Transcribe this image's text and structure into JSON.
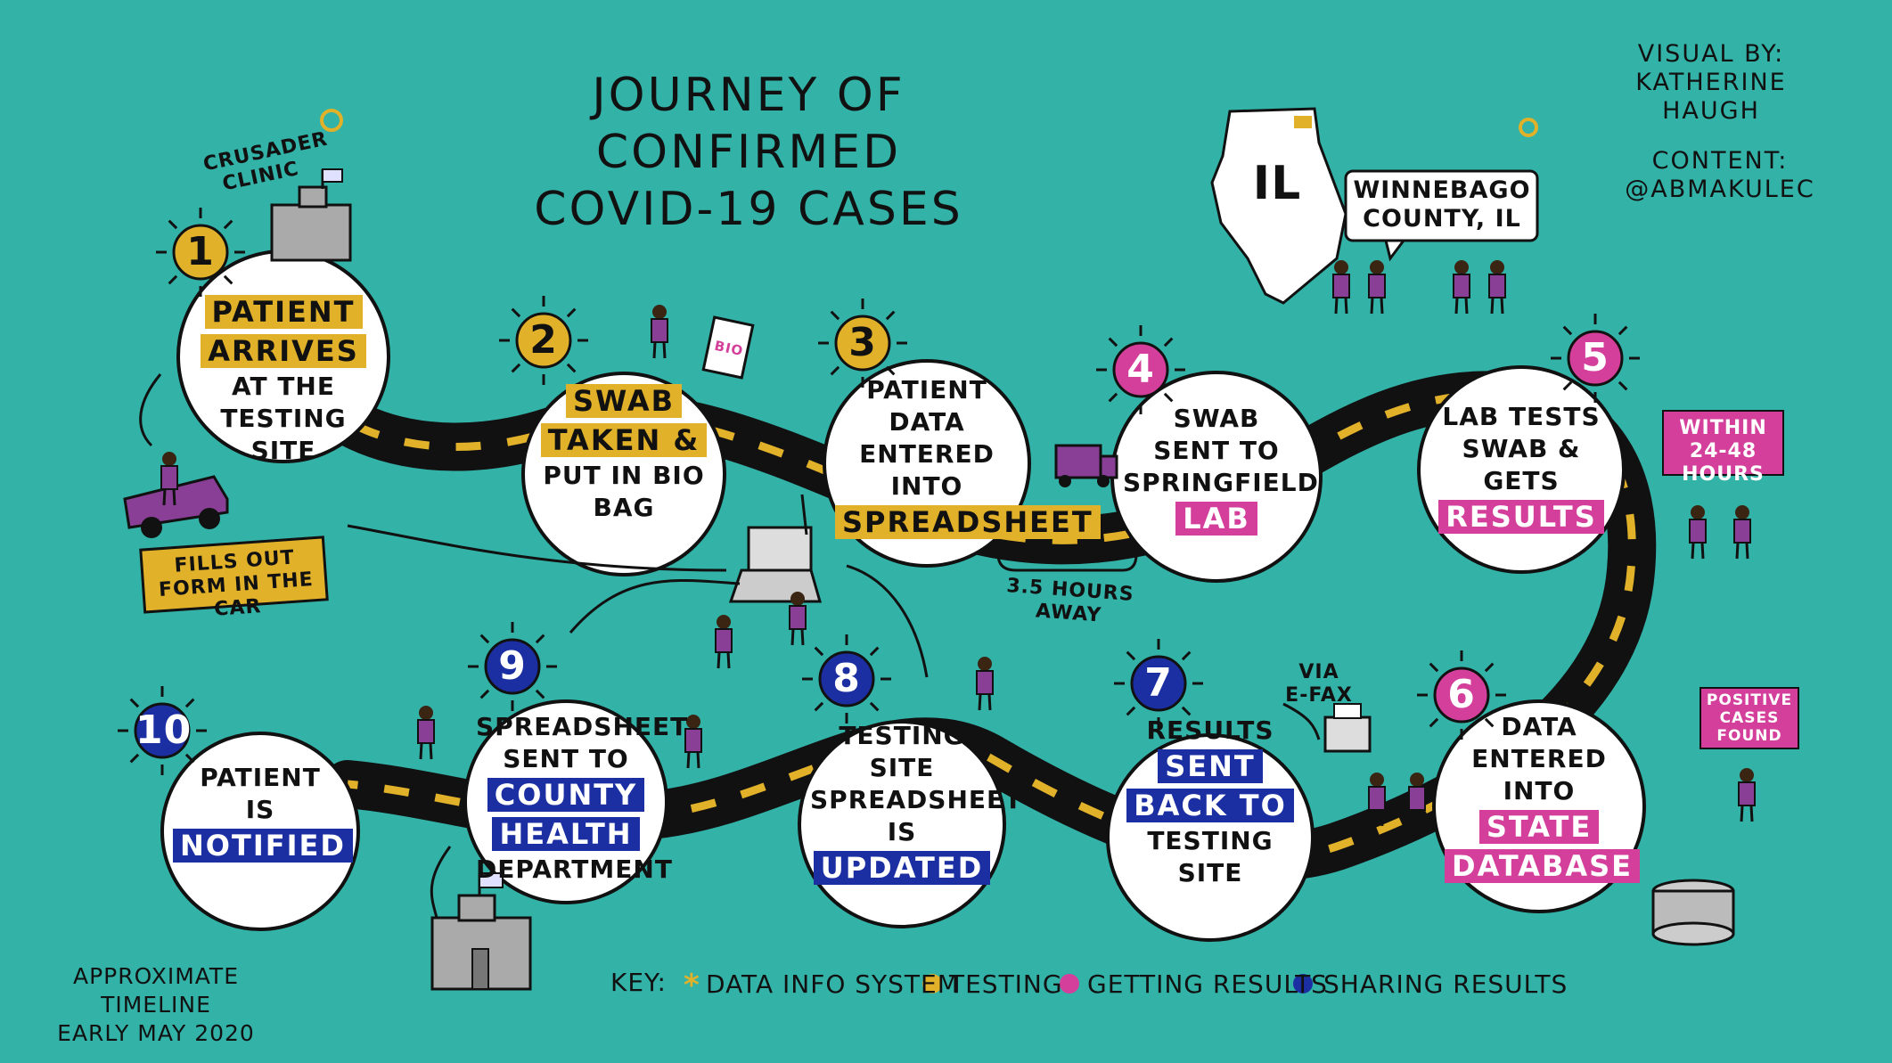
{
  "title": [
    "JOURNEY OF CONFIRMED",
    "COVID-19 CASES"
  ],
  "credits": {
    "visual_line1": "VISUAL BY:",
    "visual_line2": "KATHERINE HAUGH",
    "content_line1": "CONTENT:",
    "content_line2": "@ABMAKULEC"
  },
  "map": {
    "state": "IL",
    "bubble": [
      "WINNEBAGO",
      "COUNTY, IL"
    ]
  },
  "steps": [
    {
      "num": "1",
      "lines": [
        {
          "text": "PATIENT",
          "hl": "y"
        },
        {
          "text": "ARRIVES",
          "hl": "y"
        },
        {
          "text": "AT THE TESTING",
          "hl": ""
        },
        {
          "text": "SITE",
          "hl": ""
        }
      ]
    },
    {
      "num": "2",
      "lines": [
        {
          "text": "SWAB",
          "hl": "y"
        },
        {
          "text": "TAKEN &",
          "hl": "y"
        },
        {
          "text": "PUT IN BIO",
          "hl": ""
        },
        {
          "text": "BAG",
          "hl": ""
        }
      ]
    },
    {
      "num": "3",
      "lines": [
        {
          "text": "PATIENT",
          "hl": ""
        },
        {
          "text": "DATA ENTERED",
          "hl": ""
        },
        {
          "text": "INTO",
          "hl": ""
        },
        {
          "text": "SPREADSHEET",
          "hl": "y"
        }
      ]
    },
    {
      "num": "4",
      "lines": [
        {
          "text": "SWAB",
          "hl": ""
        },
        {
          "text": "SENT TO",
          "hl": ""
        },
        {
          "text": "SPRINGFIELD",
          "hl": ""
        },
        {
          "text": "LAB",
          "hl": "p"
        }
      ]
    },
    {
      "num": "5",
      "lines": [
        {
          "text": "LAB TESTS",
          "hl": ""
        },
        {
          "text": "SWAB & GETS",
          "hl": ""
        },
        {
          "text": "RESULTS",
          "hl": "p"
        }
      ]
    },
    {
      "num": "6",
      "lines": [
        {
          "text": "DATA",
          "hl": ""
        },
        {
          "text": "ENTERED INTO",
          "hl": ""
        },
        {
          "text": "STATE",
          "hl": "p"
        },
        {
          "text": "DATABASE",
          "hl": "p"
        }
      ]
    },
    {
      "num": "7",
      "lines": [
        {
          "text": "RESULTS",
          "hl": ""
        },
        {
          "text": "SENT",
          "hl": "b"
        },
        {
          "text": "BACK TO",
          "hl": "b"
        },
        {
          "text": "TESTING",
          "hl": ""
        },
        {
          "text": "SITE",
          "hl": ""
        }
      ]
    },
    {
      "num": "8",
      "lines": [
        {
          "text": "TESTING",
          "hl": ""
        },
        {
          "text": "SITE",
          "hl": ""
        },
        {
          "text": "SPREADSHEET",
          "hl": ""
        },
        {
          "text": "IS",
          "hl": ""
        },
        {
          "text": "UPDATED",
          "hl": "b"
        }
      ]
    },
    {
      "num": "9",
      "lines": [
        {
          "text": "SPREADSHEET",
          "hl": ""
        },
        {
          "text": "SENT TO",
          "hl": ""
        },
        {
          "text": "COUNTY",
          "hl": "b"
        },
        {
          "text": "HEALTH",
          "hl": "b"
        },
        {
          "text": "DEPARTMENT",
          "hl": ""
        }
      ]
    },
    {
      "num": "10",
      "lines": [
        {
          "text": "PATIENT",
          "hl": ""
        },
        {
          "text": "IS",
          "hl": ""
        },
        {
          "text": "NOTIFIED",
          "hl": "b"
        }
      ]
    }
  ],
  "notes": {
    "crusader_clinic": [
      "CRUSADER",
      "CLINIC"
    ],
    "fills_out": [
      "FILLS OUT",
      "FORM IN THE CAR"
    ],
    "bio": "BIO",
    "hours_away": "3.5 HOURS AWAY",
    "within": [
      "WITHIN",
      "24-48 HOURS"
    ],
    "via_efax": [
      "VIA",
      "E-FAX"
    ],
    "positive": [
      "POSITIVE",
      "CASES",
      "FOUND"
    ]
  },
  "timeline": [
    "APPROXIMATE TIMELINE",
    "EARLY MAY 2020"
  ],
  "key": {
    "label": "KEY:",
    "items": [
      {
        "label": "DATA INFO SYSTEM",
        "marker": "asterisk",
        "color": "#e1b12a"
      },
      {
        "label": "TESTING",
        "marker": "dot",
        "color": "#e1b12a"
      },
      {
        "label": "GETTING RESULTS",
        "marker": "dot",
        "color": "#d33f9a"
      },
      {
        "label": "SHARING RESULTS",
        "marker": "dot",
        "color": "#1b2fa3"
      }
    ]
  },
  "colors": {
    "background": "#33b2a8",
    "testing": "#e1b12a",
    "getting_results": "#d33f9a",
    "sharing_results": "#1b2fa3",
    "road": "#111111",
    "people": "#8a3f96"
  }
}
